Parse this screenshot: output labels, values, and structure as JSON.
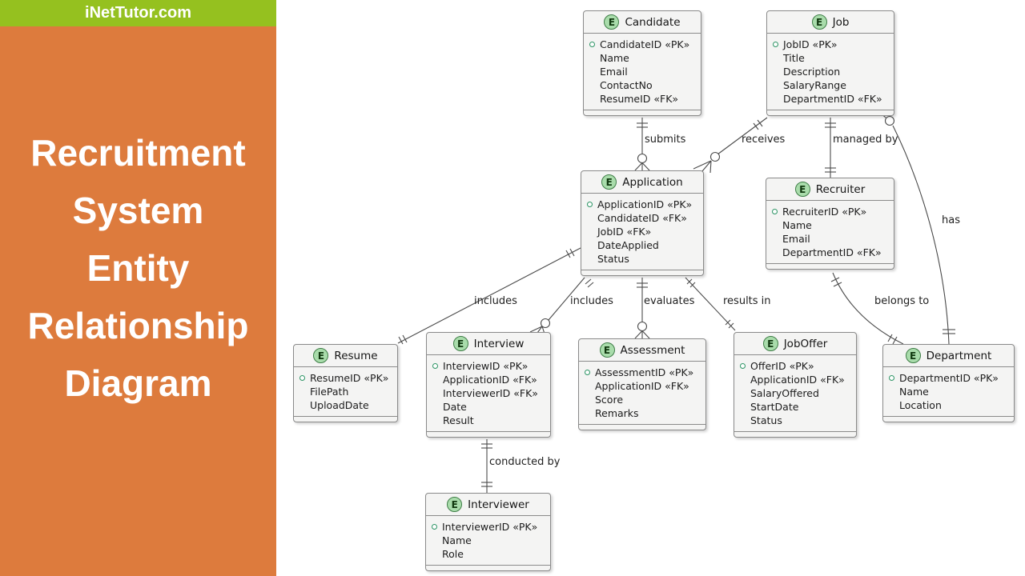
{
  "sidebar": {
    "site_name": "iNetTutor.com",
    "title_lines": [
      "Recruitment",
      "System",
      "Entity",
      "Relationship",
      "Diagram"
    ]
  },
  "colors": {
    "topbar_green": "#95c11f",
    "sidebar_orange": "#dd7b3d",
    "entity_fill": "#f4f4f3",
    "entity_border": "#8a8a8a",
    "badge_green": "#a9dcab",
    "badge_border_green": "#3e7d46",
    "connector_line": "#4a4a4a"
  },
  "diagram": {
    "badge_letter": "E",
    "entities": [
      {
        "name": "Candidate",
        "attributes": [
          "CandidateID «PK»",
          "Name",
          "Email",
          "ContactNo",
          "ResumeID «FK»"
        ]
      },
      {
        "name": "Job",
        "attributes": [
          "JobID «PK»",
          "Title",
          "Description",
          "SalaryRange",
          "DepartmentID «FK»"
        ]
      },
      {
        "name": "Application",
        "attributes": [
          "ApplicationID «PK»",
          "CandidateID «FK»",
          "JobID «FK»",
          "DateApplied",
          "Status"
        ]
      },
      {
        "name": "Recruiter",
        "attributes": [
          "RecruiterID «PK»",
          "Name",
          "Email",
          "DepartmentID «FK»"
        ]
      },
      {
        "name": "Resume",
        "attributes": [
          "ResumeID «PK»",
          "FilePath",
          "UploadDate"
        ]
      },
      {
        "name": "Interview",
        "attributes": [
          "InterviewID «PK»",
          "ApplicationID «FK»",
          "InterviewerID «FK»",
          "Date",
          "Result"
        ]
      },
      {
        "name": "Assessment",
        "attributes": [
          "AssessmentID «PK»",
          "ApplicationID «FK»",
          "Score",
          "Remarks"
        ]
      },
      {
        "name": "JobOffer",
        "attributes": [
          "OfferID «PK»",
          "ApplicationID «FK»",
          "SalaryOffered",
          "StartDate",
          "Status"
        ]
      },
      {
        "name": "Department",
        "attributes": [
          "DepartmentID «PK»",
          "Name",
          "Location"
        ]
      },
      {
        "name": "Interviewer",
        "attributes": [
          "InterviewerID «PK»",
          "Name",
          "Role"
        ]
      }
    ],
    "labels": [
      {
        "text": "submits"
      },
      {
        "text": "receives"
      },
      {
        "text": "managed by"
      },
      {
        "text": "has"
      },
      {
        "text": "belongs to"
      },
      {
        "text": "includes"
      },
      {
        "text": "includes"
      },
      {
        "text": "evaluates"
      },
      {
        "text": "results in"
      },
      {
        "text": "conducted by"
      }
    ]
  }
}
